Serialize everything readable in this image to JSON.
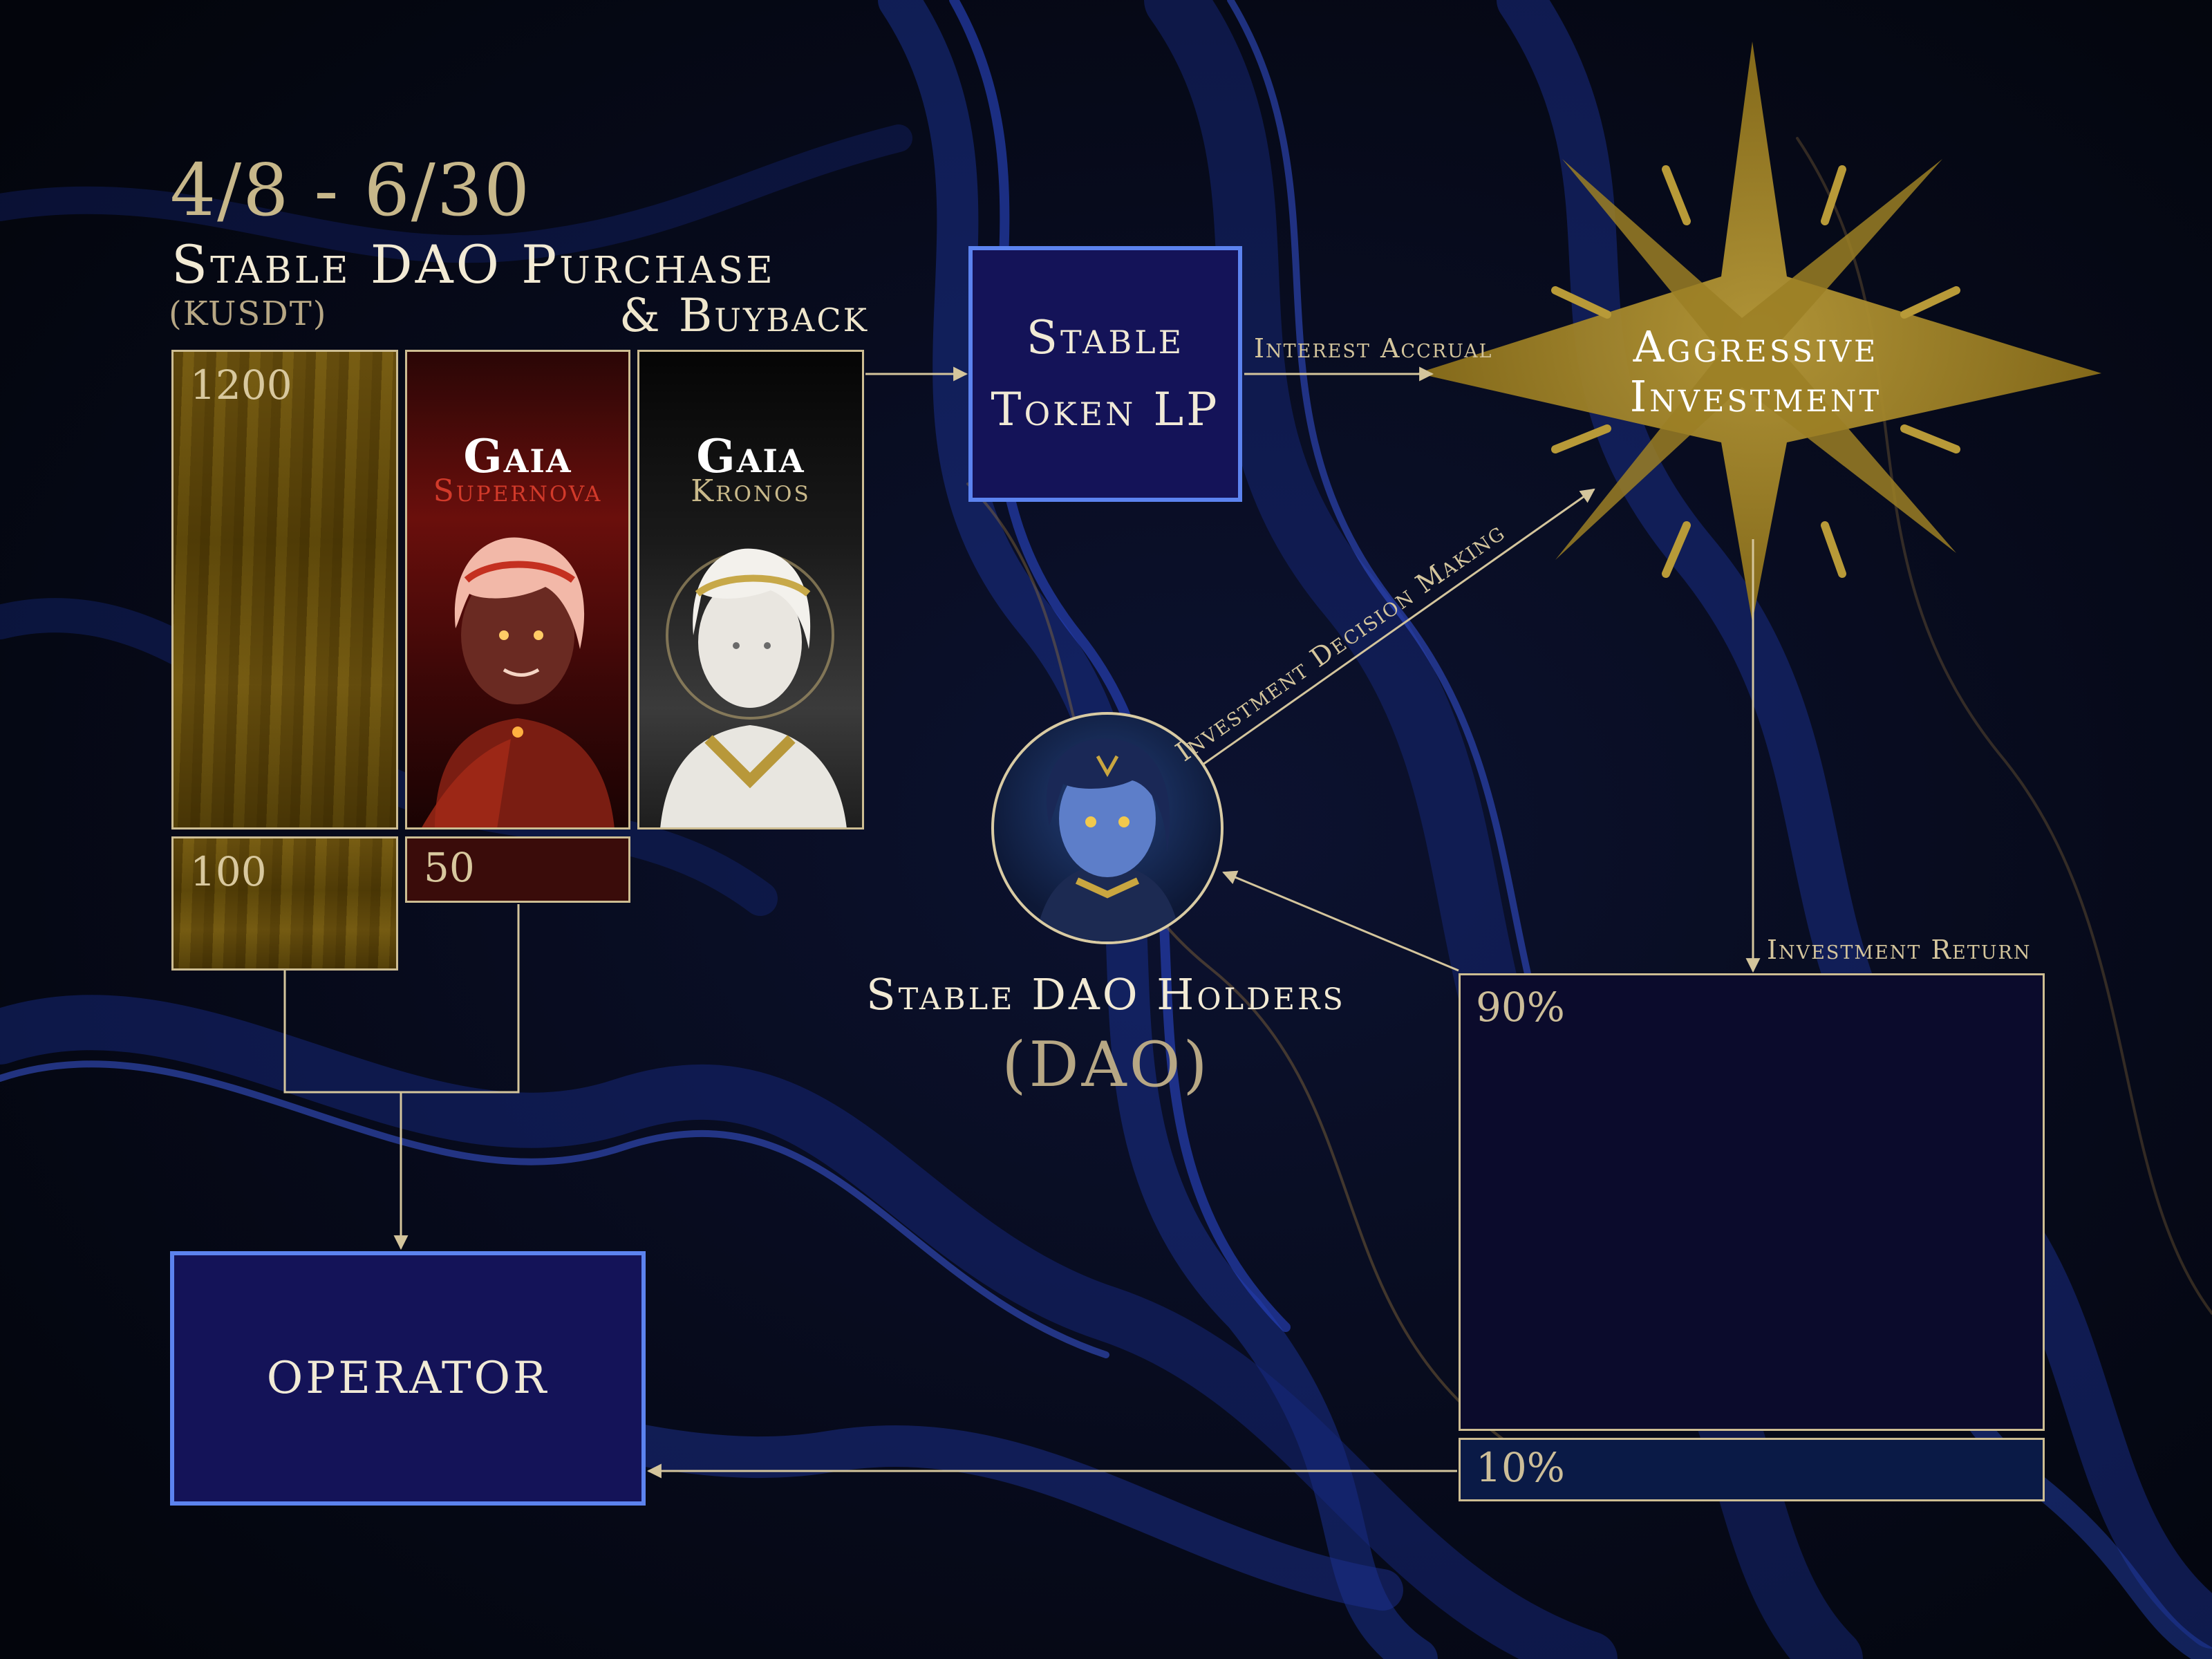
{
  "header": {
    "date_range": "4/8 - 6/30",
    "title": "Stable DAO Purchase",
    "currency": "(KUSDT)",
    "buyback": "& Buyback"
  },
  "purchase": {
    "gold_amount": "1200",
    "gold_small_amount": "100",
    "supernova_small_amount": "50"
  },
  "cards": [
    {
      "name": "Gaia",
      "subtitle": "Supernova",
      "accent": "#d23a2a"
    },
    {
      "name": "Gaia",
      "subtitle": "Kronos",
      "accent": "#c9b98a"
    }
  ],
  "nodes": {
    "lp_line1": "Stable",
    "lp_line2": "Token LP",
    "aggressive_line1": "Aggressive",
    "aggressive_line2": "Investment",
    "operator": "OPERATOR",
    "holders_title": "Stable DAO Holders",
    "holders_sub": "(DAO)"
  },
  "flows": {
    "interest": "Interest Accrual",
    "decision": "Investment Decision Making",
    "return": "Investment Return"
  },
  "returns": {
    "holders_pct": "90%",
    "operator_pct": "10%"
  },
  "colors": {
    "accent_blue": "#5c83ef",
    "navy": "#141358",
    "gold": "#c9a640",
    "frame": "#cdbd92"
  },
  "icons": [
    "gold-star-icon",
    "avatar-portrait"
  ]
}
